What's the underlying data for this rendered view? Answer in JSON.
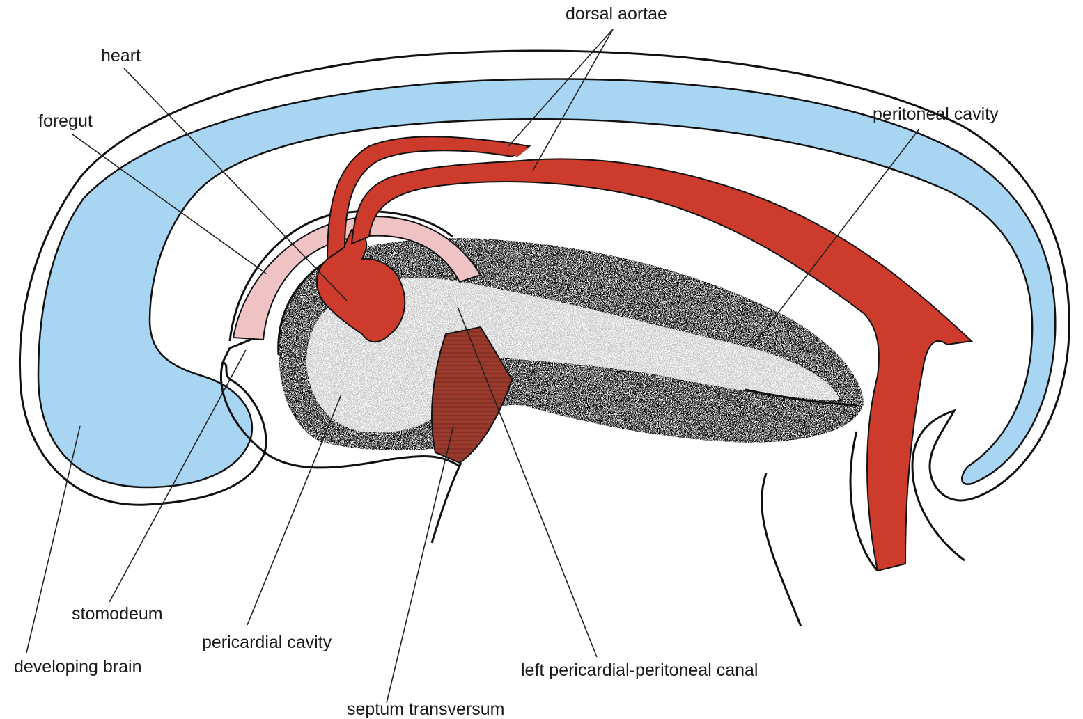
{
  "labels": {
    "dorsal_aortae": "dorsal aortae",
    "heart": "heart",
    "foregut": "foregut",
    "peritoneal_cavity": "peritoneal cavity",
    "stomodeum": "stomodeum",
    "developing_brain": "developing brain",
    "pericardial_cavity": "pericardial cavity",
    "left_canal": "left pericardial-peritoneal canal",
    "septum_transversum": "septum transversum"
  },
  "colors": {
    "neural_tube": "#a8d5f2",
    "aorta": "#cc3b2b",
    "foregut": "#efc3c3",
    "septum": "#9a3a2c",
    "outline": "#111111"
  }
}
